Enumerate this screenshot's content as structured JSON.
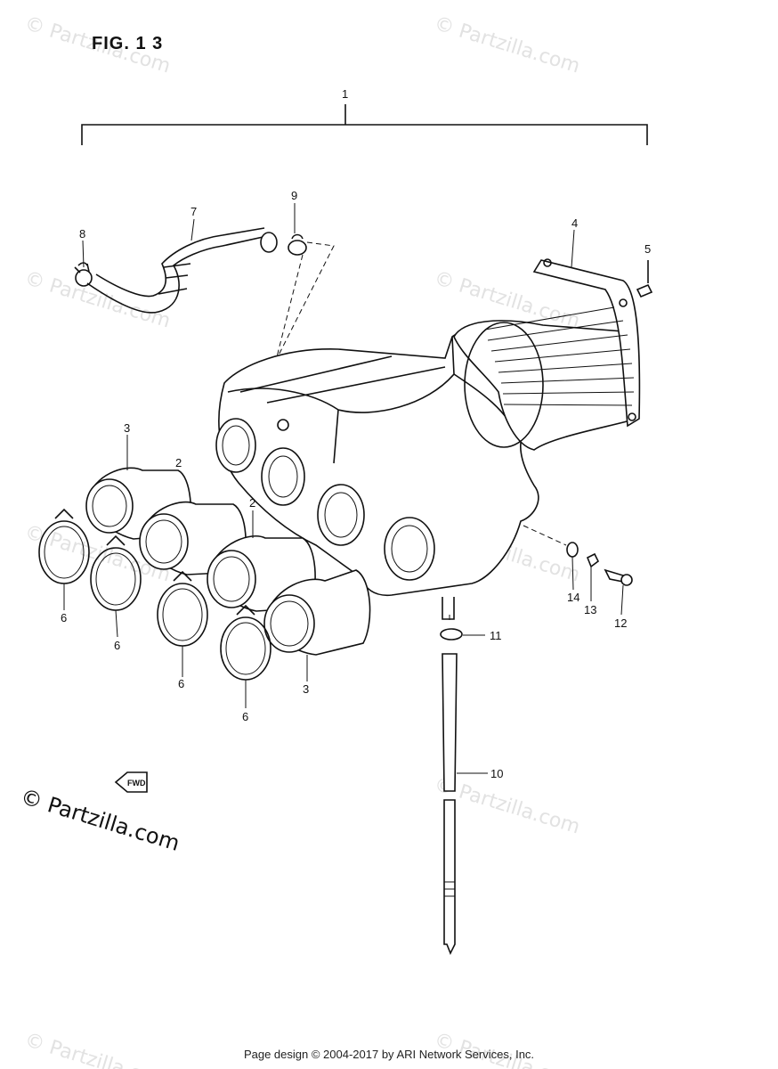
{
  "figure": {
    "title": "FIG. 1 3",
    "callouts": {
      "c1": "1",
      "c2a": "2",
      "c2b": "2",
      "c3a": "3",
      "c3b": "3",
      "c4": "4",
      "c5": "5",
      "c6a": "6",
      "c6b": "6",
      "c6c": "6",
      "c6d": "6",
      "c7": "7",
      "c8": "8",
      "c9": "9",
      "c10": "10",
      "c11": "11",
      "c12": "12",
      "c13": "13",
      "c14": "14"
    },
    "fwd_label": "FWD"
  },
  "watermark": {
    "text": "© Partzilla.com",
    "faint_text": "© Partzilla.com"
  },
  "footer": {
    "text": "Page design © 2004-2017 by ARI Network Services, Inc."
  }
}
